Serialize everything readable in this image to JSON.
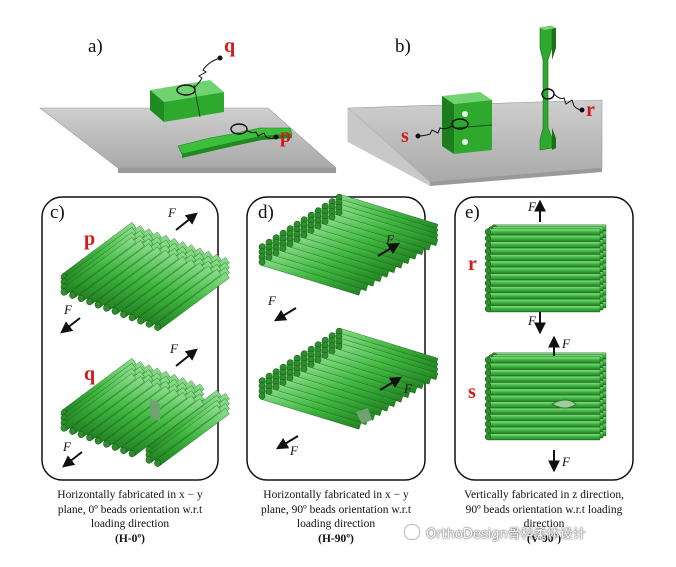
{
  "panels": {
    "a": "a)",
    "b": "b)",
    "c": "c)",
    "d": "d)",
    "e": "e)"
  },
  "markers": {
    "p": "p",
    "q": "q",
    "r": "r",
    "s": "s"
  },
  "force": "F",
  "captions": {
    "c": {
      "line1": "Horizontally fabricated in x − y",
      "line2": "plane, 0º beads orientation w.r.t",
      "line3": "loading direction",
      "code": "(H-0º)"
    },
    "d": {
      "line1": "Horizontally fabricated in x − y",
      "line2": "plane, 90º beads orientation w.r.t",
      "line3": "loading direction",
      "code": "(H-90º)"
    },
    "e": {
      "line1": "Vertically fabricated in z direction,",
      "line2": "90º beads orientation w.r.t loading",
      "line3": "direction",
      "code": "(V-90º)"
    }
  },
  "watermark": "OrthoDesign骨科柔体设计",
  "colors": {
    "green": "#33b233",
    "green_dark": "#1d7a1d",
    "plate": "#b8b8b8",
    "marker_red": "#d11a1a"
  }
}
